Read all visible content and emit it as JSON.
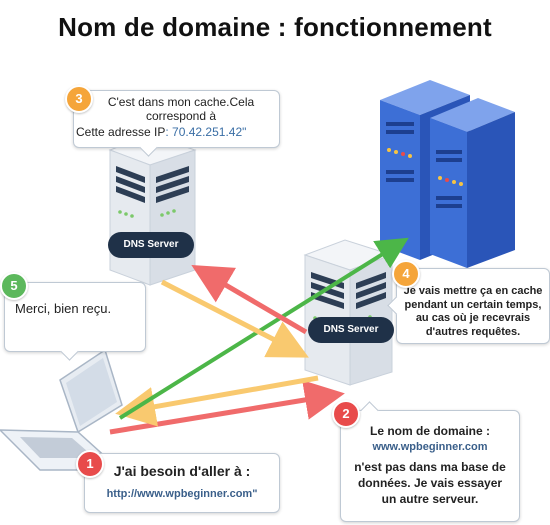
{
  "title": "Nom de domaine : fonctionnement",
  "dns_label_left": "DNS Server",
  "dns_label_right": "DNS Server",
  "colors": {
    "orange": "#f5a53a",
    "red": "#e84b4b",
    "green": "#5cb85c",
    "arrow_red": "#f06b6b",
    "arrow_yellow": "#f9c96f",
    "arrow_green": "#4cb648",
    "server_blue": "#3d6fd6"
  },
  "steps": {
    "s1": {
      "num": "1",
      "line1": "J'ai besoin d'aller à :",
      "url": "http://www.wpbeginner.com\""
    },
    "s2": {
      "num": "2",
      "line1": "Le nom de domaine :",
      "url": "www.wpbeginner.com",
      "line2": "n'est pas dans ma base de",
      "line3": "données. Je vais essayer",
      "line4": "un autre serveur."
    },
    "s3": {
      "num": "3",
      "line1": "C'est dans mon cache.Cela",
      "line2": "correspond à",
      "line3_prefix": "Cette adresse IP",
      "ip": ": 70.42.251.42\""
    },
    "s4": {
      "num": "4",
      "line1": "Je vais mettre ça en cache",
      "line2": "pendant un certain temps,",
      "line3": "au cas où je recevrais",
      "line4": "d'autres requêtes."
    },
    "s5": {
      "num": "5",
      "line1": "Merci, bien reçu."
    }
  }
}
